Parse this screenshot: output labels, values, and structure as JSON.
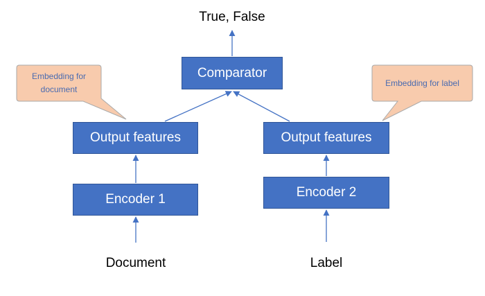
{
  "output": {
    "text": "True, False"
  },
  "comparator": {
    "label": "Comparator"
  },
  "left_branch": {
    "features_label": "Output features",
    "encoder_label": "Encoder 1",
    "input_label": "Document",
    "callout": "Embedding for document"
  },
  "right_branch": {
    "features_label": "Output features",
    "encoder_label": "Encoder 2",
    "input_label": "Label",
    "callout": "Embedding for label"
  },
  "colors": {
    "box_fill": "#4472c4",
    "box_border": "#2f5597",
    "arrow": "#4472c4",
    "callout_fill": "#f8cbad",
    "callout_border": "#a9a9a9",
    "callout_text": "#4a6bb0"
  }
}
